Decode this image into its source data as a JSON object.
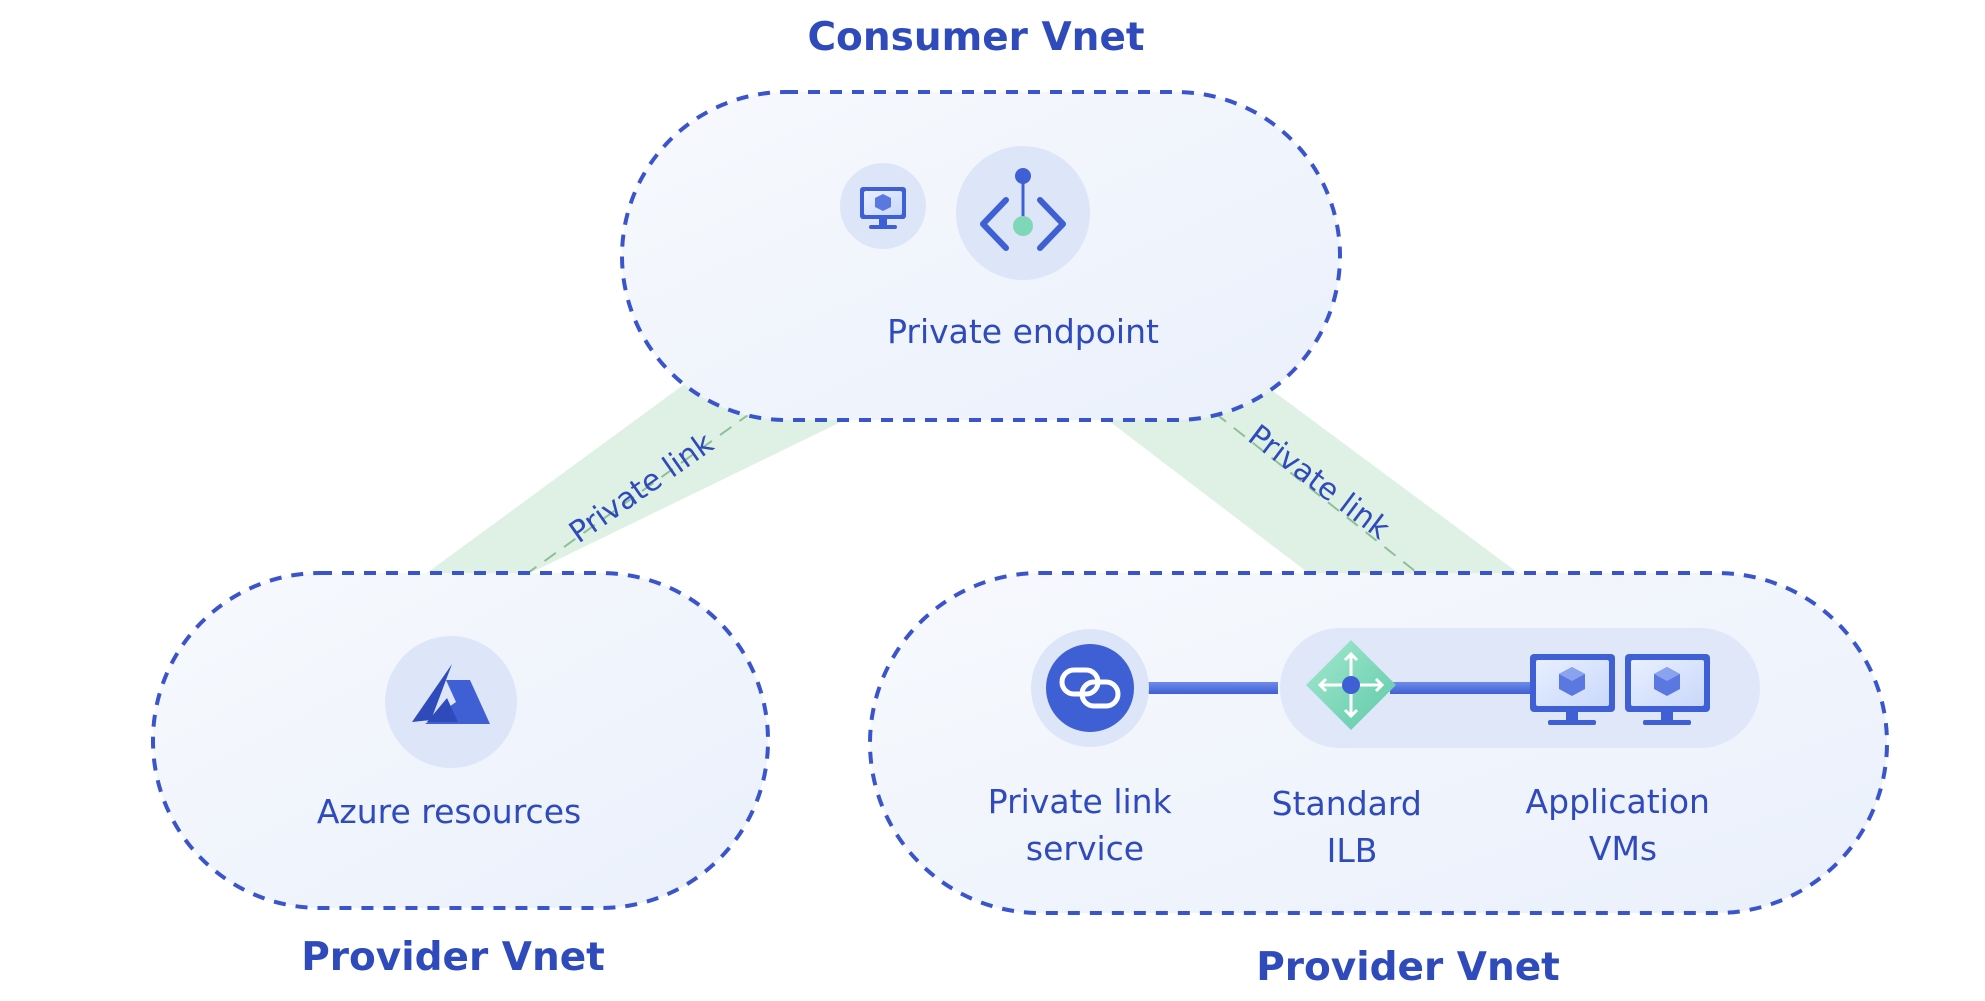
{
  "diagram": {
    "consumer_vnet": {
      "title": "Consumer Vnet",
      "endpoint_label": "Private endpoint"
    },
    "provider_vnet_left": {
      "title": "Provider Vnet",
      "resources_label": "Azure resources"
    },
    "provider_vnet_right": {
      "title": "Provider Vnet",
      "pls_label_line1": "Private link",
      "pls_label_line2": "service",
      "ilb_label_line1": "Standard",
      "ilb_label_line2": "ILB",
      "vms_label_line1": "Application",
      "vms_label_line2": "VMs"
    },
    "link_left_label": "Private link",
    "link_right_label": "Private link",
    "icons": {
      "consumer_vm": "vm-monitor-icon",
      "private_endpoint": "private-endpoint-icon",
      "azure": "azure-logo-icon",
      "private_link_service": "chain-link-icon",
      "load_balancer": "load-balancer-icon",
      "app_vm_1": "vm-monitor-icon",
      "app_vm_2": "vm-monitor-icon"
    },
    "colors": {
      "accent": "#3a55cc",
      "text": "#2f4bbb",
      "link_band": "#dff1e5",
      "link_dash": "#8fbf98",
      "region_fill": "#f2f5fc",
      "icon_bg": "#dde5f8",
      "green": "#7ed8b8"
    }
  }
}
